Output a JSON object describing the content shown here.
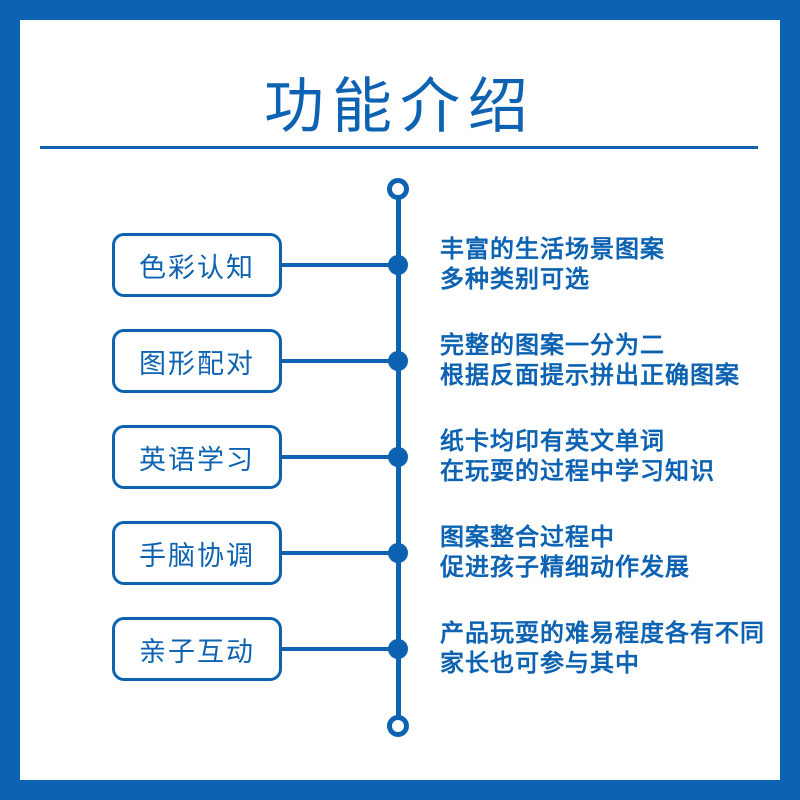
{
  "page": {
    "title": "功能介绍",
    "accent_color": "#0d63b2"
  },
  "features": [
    {
      "label": "色彩认知",
      "desc_line1": "丰富的生活场景图案",
      "desc_line2": "多种类别可选"
    },
    {
      "label": "图形配对",
      "desc_line1": "完整的图案一分为二",
      "desc_line2": "根据反面提示拼出正确图案"
    },
    {
      "label": "英语学习",
      "desc_line1": "纸卡均印有英文单词",
      "desc_line2": "在玩耍的过程中学习知识"
    },
    {
      "label": "手脑协调",
      "desc_line1": "图案整合过程中",
      "desc_line2": "促进孩子精细动作发展"
    },
    {
      "label": "亲子互动",
      "desc_line1": "产品玩耍的难易程度各有不同",
      "desc_line2": "家长也可参与其中"
    }
  ]
}
